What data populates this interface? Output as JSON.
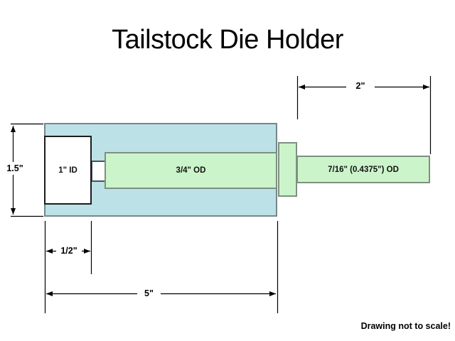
{
  "title": "Tailstock Die Holder",
  "note": "Drawing not to scale!",
  "parts": {
    "id_bore": {
      "label": "1\" ID"
    },
    "rod": {
      "label": "3/4\" OD"
    },
    "shaft": {
      "label": "7/16\" (0.4375\") OD"
    }
  },
  "dimensions": {
    "height": {
      "label": "1.5\""
    },
    "shaft_length": {
      "label": "2\""
    },
    "bore_depth": {
      "label": "1/2\""
    },
    "body_length": {
      "label": "5\""
    }
  },
  "colors": {
    "body_fill": "#bce1e6",
    "body_border": "#76878b",
    "green_fill": "#ccf4cb",
    "green_border": "#7d9080",
    "bore_fill": "#ffffff",
    "line": "#000000"
  }
}
